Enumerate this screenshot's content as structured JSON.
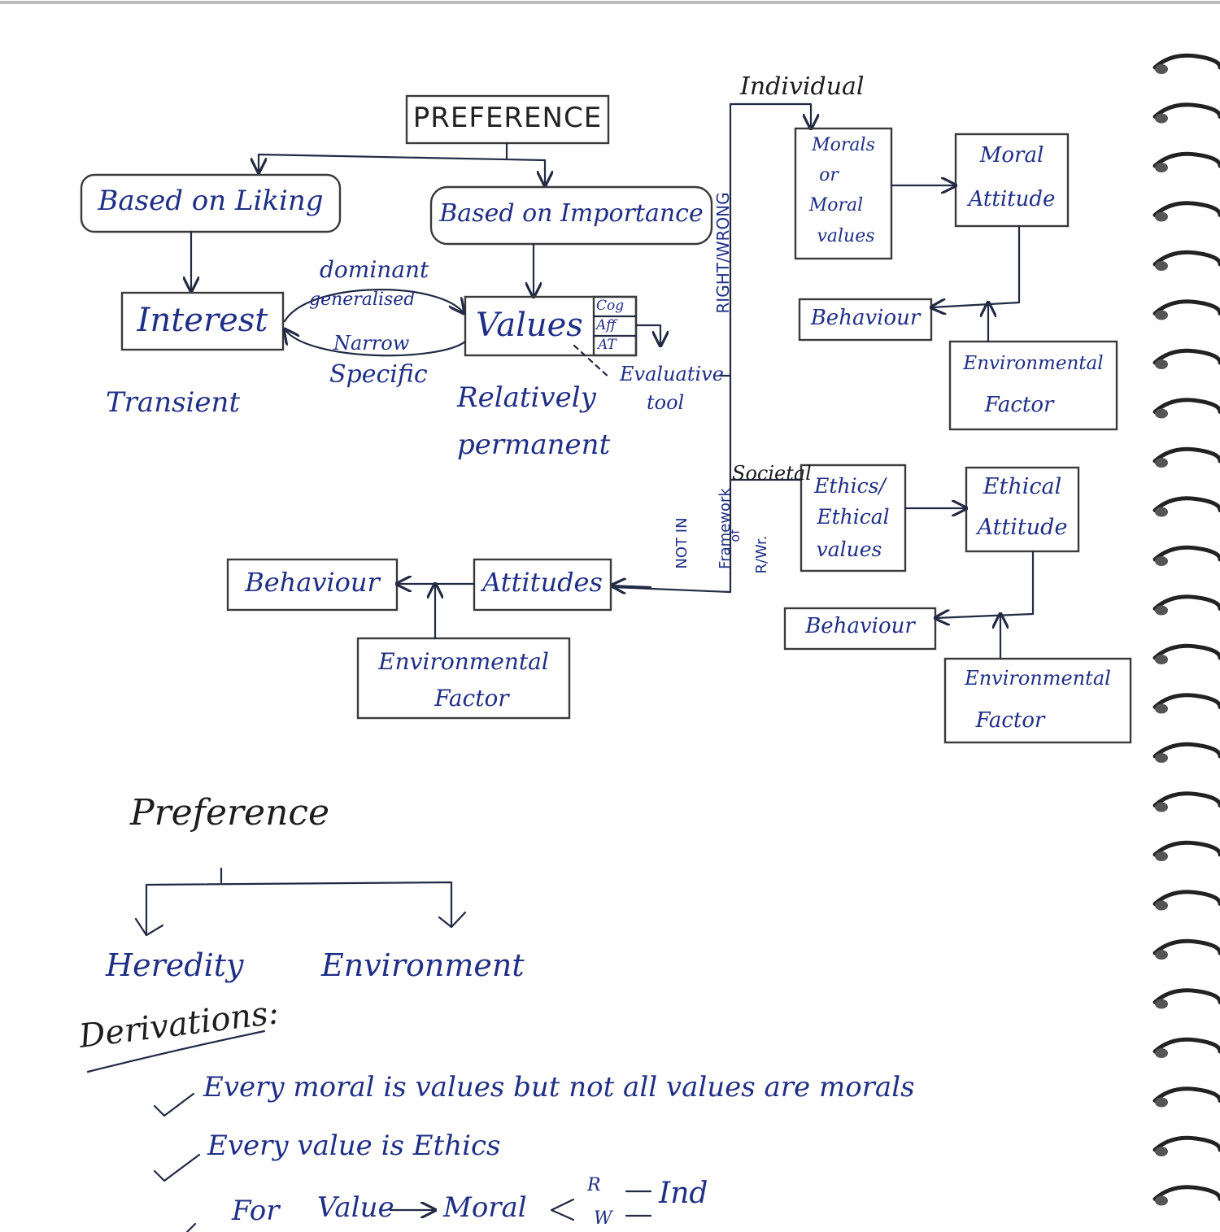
{
  "diagram": {
    "root": "PREFERENCE",
    "branches": {
      "liking": "Based on Liking",
      "importance": "Based on Importance"
    },
    "interest": {
      "label": "Interest",
      "note": "Transient"
    },
    "values": {
      "label": "Values",
      "note_line1": "Relatively",
      "note_line2": "permanent",
      "components": [
        "Cog",
        "Aff",
        "AT"
      ],
      "evaluative_line1": "Evaluative",
      "evaluative_line2": "tool"
    },
    "comparison": {
      "top1": "dominant",
      "top2": "generalised",
      "bottom1": "Narrow",
      "bottom2": "Specific"
    },
    "axis": {
      "right_wrong": "RIGHT/WRONG",
      "individual": "Individual",
      "societal": "Societal",
      "not_in": "NOT IN",
      "framework": "Framework",
      "of": "of",
      "rw": "R/Wr."
    },
    "individual_branch": {
      "morals_line1": "Morals",
      "morals_line2": "or",
      "morals_line3": "Moral",
      "morals_line4": "values",
      "attitude_line1": "Moral",
      "attitude_line2": "Attitude",
      "behaviour": "Behaviour",
      "env_line1": "Environmental",
      "env_line2": "Factor"
    },
    "societal_branch": {
      "ethics_line1": "Ethics/",
      "ethics_line2": "Ethical",
      "ethics_line3": "values",
      "attitude_line1": "Ethical",
      "attitude_line2": "Attitude",
      "behaviour": "Behaviour",
      "env_line1": "Environmental",
      "env_line2": "Factor"
    },
    "bottom_chain": {
      "behaviour": "Behaviour",
      "attitudes": "Attitudes",
      "env_line1": "Environmental",
      "env_line2": "Factor"
    }
  },
  "notes": {
    "title": "Preference",
    "left": "Heredity",
    "right": "Environment",
    "derivations_title": "Derivations:",
    "line1": "Every moral is values but not all values are morals",
    "line2": "Every value is Ethics",
    "line3_a": "For",
    "line3_b": "Value",
    "line3_c": "Moral",
    "line3_r": "R",
    "line3_w": "W",
    "line3_ind": "Ind"
  },
  "colors": {
    "ink_blue": "#1f2f86",
    "ink_black": "#1d1d1d",
    "paper": "#ffffff"
  }
}
